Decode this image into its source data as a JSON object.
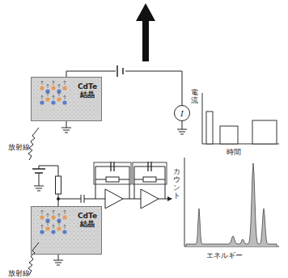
{
  "diagram": {
    "nodes": [
      {
        "text": [
          "CdTe 結晶"
        ]
      },
      {
        "text": [
          "I"
        ]
      },
      {
        "text": [
          "CdTe 結晶"
        ]
      }
    ],
    "edges": [
      {
        "from": 0,
        "to": 1,
        "arrow": "none"
      }
    ],
    "labels": [
      "放射線",
      "電流",
      "時間",
      "放射線",
      "カウント",
      "エネルギー"
    ]
  }
}
